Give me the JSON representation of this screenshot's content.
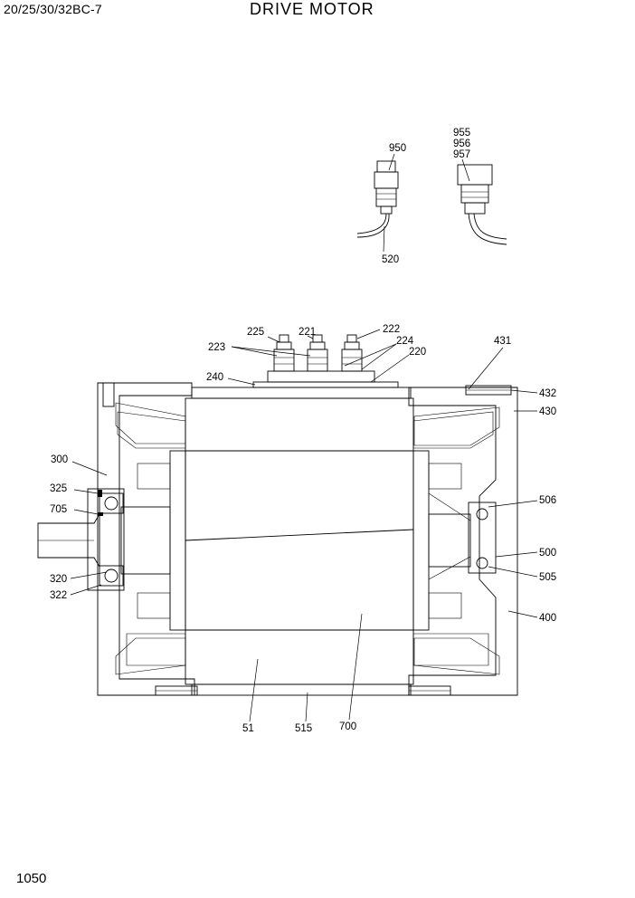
{
  "header": {
    "model": "20/25/30/32BC-7",
    "title": "DRIVE MOTOR"
  },
  "footer": {
    "page_number": "1050"
  },
  "callouts": {
    "c950": "950",
    "c955": "955",
    "c956": "956",
    "c957": "957",
    "c520": "520",
    "c225": "225",
    "c221": "221",
    "c222": "222",
    "c223": "223",
    "c224": "224",
    "c220": "220",
    "c240": "240",
    "c431": "431",
    "c432": "432",
    "c430": "430",
    "c300": "300",
    "c325": "325",
    "c705": "705",
    "c506": "506",
    "c500": "500",
    "c505": "505",
    "c320": "320",
    "c322": "322",
    "c400": "400",
    "c51": "51",
    "c515": "515",
    "c700": "700"
  }
}
